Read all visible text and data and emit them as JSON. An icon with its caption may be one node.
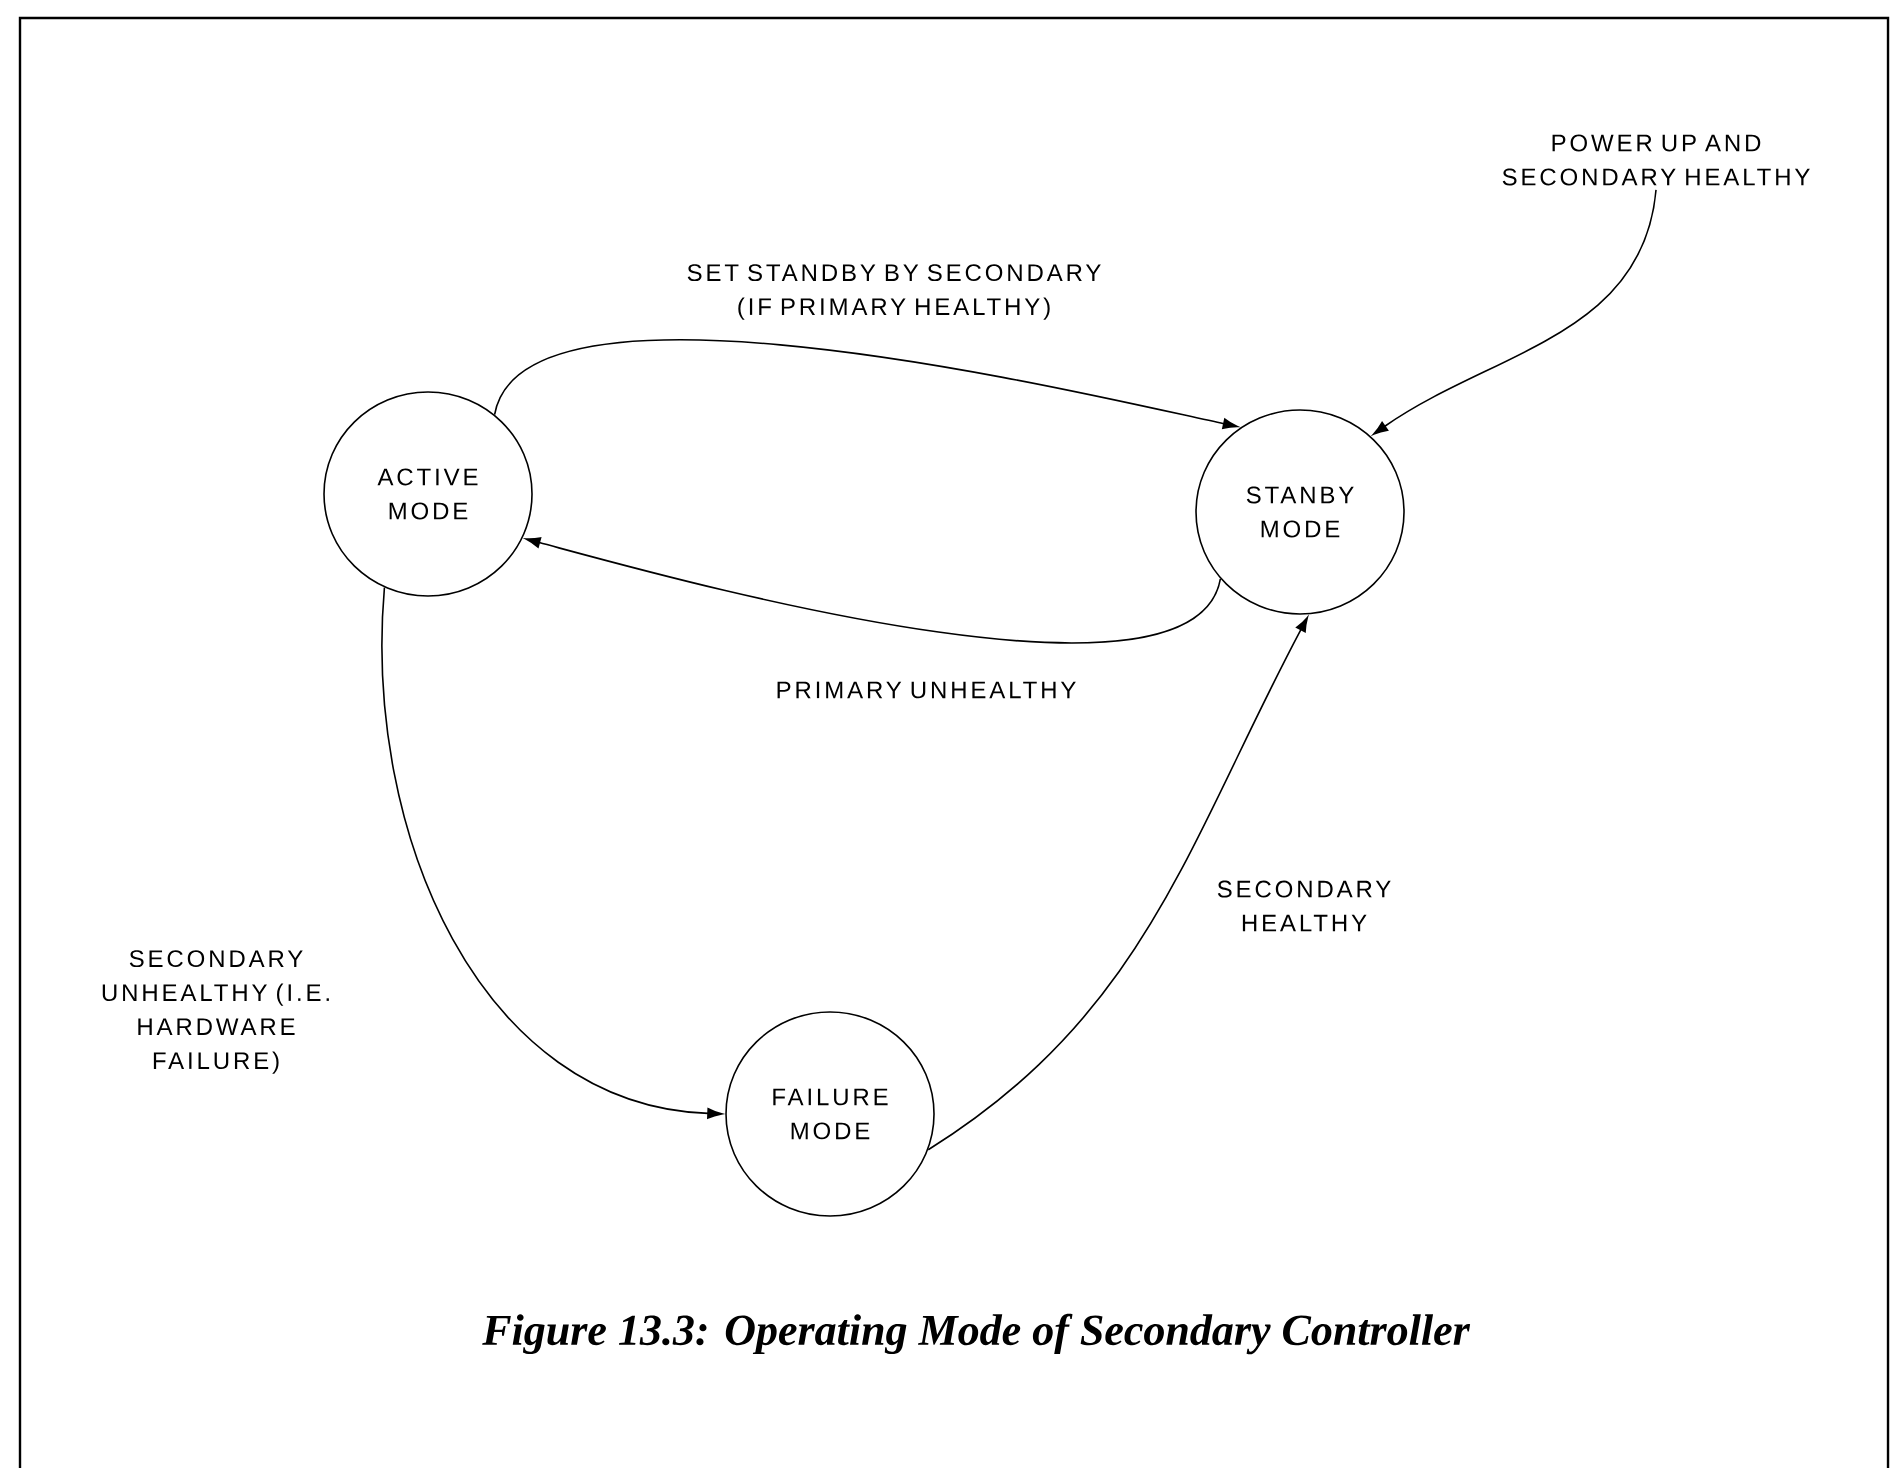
{
  "diagram": {
    "caption": "Figure 13.3: Operating Mode of Secondary Controller",
    "nodes": [
      {
        "text": [
          "ACTIVE MODE"
        ]
      },
      {
        "text": [
          "STANBY MODE"
        ]
      },
      {
        "text": [
          "FAILURE MODE"
        ]
      },
      {
        "text": [
          "POWER UP AND SECONDARY HEALTHY"
        ]
      }
    ],
    "edges": [
      {
        "from": 0,
        "to": 1,
        "arrow": "to",
        "label": "SET STANDBY BY SECONDARY (IF PRIMARY HEALTHY)"
      },
      {
        "from": 1,
        "to": 0,
        "arrow": "to",
        "label": "PRIMARY UNHEALTHY"
      },
      {
        "from": 3,
        "to": 1,
        "arrow": "to"
      },
      {
        "from": 0,
        "to": 2,
        "arrow": "to",
        "label": "SECONDARY UNHEALTHY (I.E. HARDWARE FAILURE)"
      },
      {
        "from": 2,
        "to": 1,
        "arrow": "to",
        "label": "SECONDARY HEALTHY"
      }
    ]
  }
}
